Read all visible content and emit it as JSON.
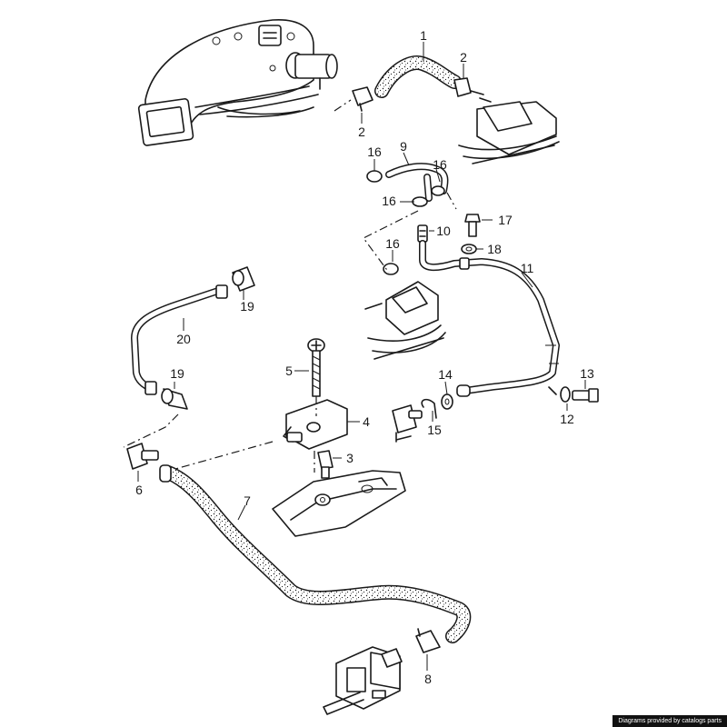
{
  "callouts": {
    "c1": "1",
    "c2a": "2",
    "c2b": "2",
    "c3": "3",
    "c4": "4",
    "c5": "5",
    "c6": "6",
    "c7": "7",
    "c8": "8",
    "c9": "9",
    "c10": "10",
    "c11": "11",
    "c12": "12",
    "c13": "13",
    "c14": "14",
    "c15": "15",
    "c16a": "16",
    "c16b": "16",
    "c16c": "16",
    "c16d": "16",
    "c17": "17",
    "c18": "18",
    "c19a": "19",
    "c19b": "19",
    "c20": "20"
  },
  "footer": {
    "credit": "Diagrams provided by catalogs parts"
  },
  "colors": {
    "ink": "#1a1a1a",
    "paper": "#ffffff",
    "badge": "#111111"
  }
}
